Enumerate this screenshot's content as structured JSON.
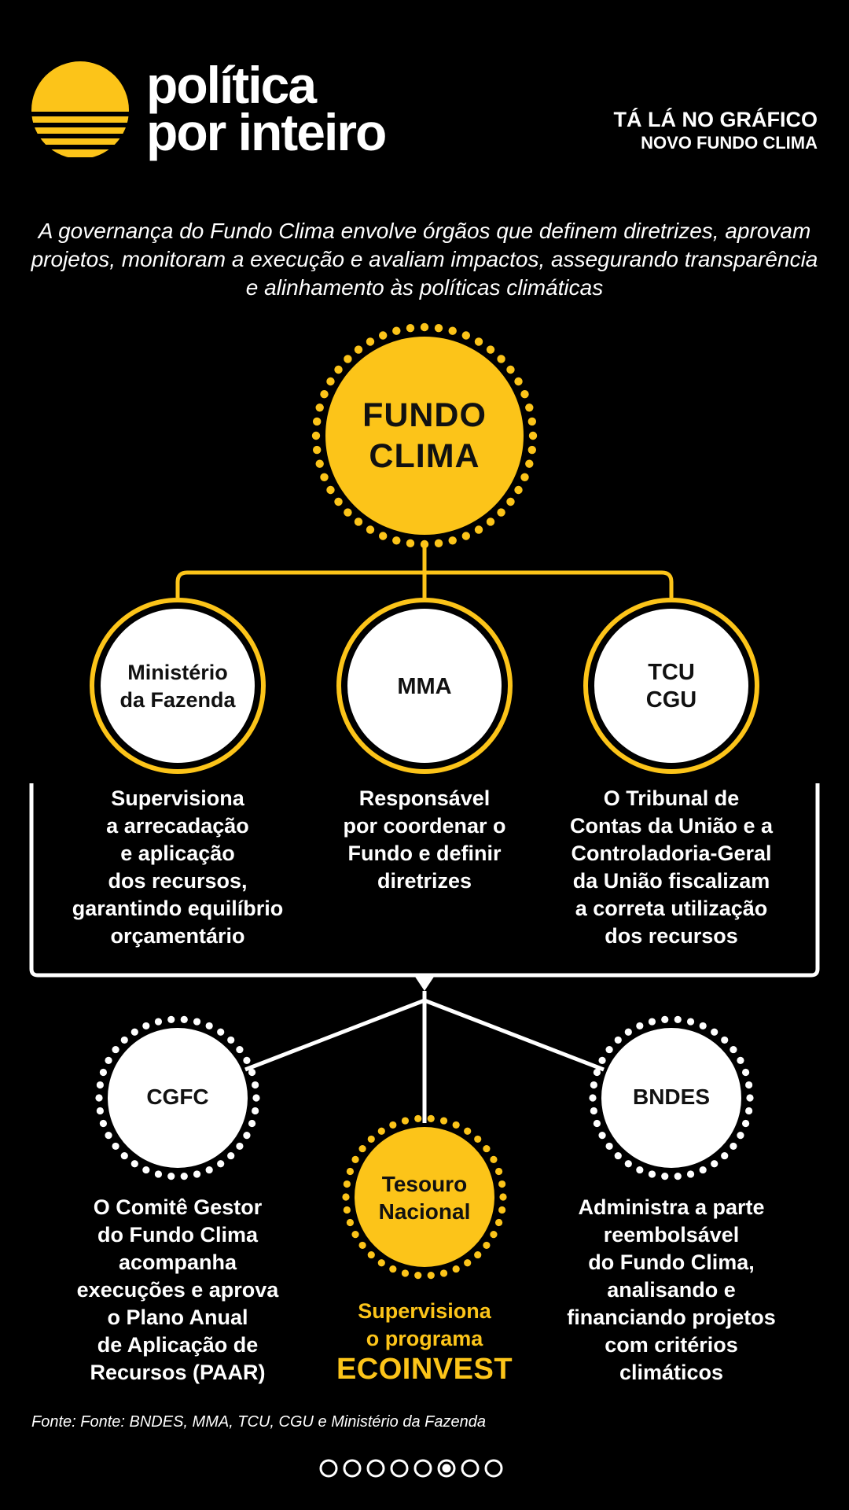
{
  "brand": {
    "line1": "política",
    "line2": "por inteiro",
    "color": "#fcc419"
  },
  "header": {
    "kicker": "TÁ LÁ NO GRÁFICO",
    "subtitle": "NOVO FUNDO CLIMA"
  },
  "intro": "A governança do Fundo Clima envolve órgãos que definem diretrizes, aprovam projetos, monitoram a execução e avaliam impactos, assegurando transparência e alinhamento às políticas climáticas",
  "center": {
    "line1": "FUNDO",
    "line2": "CLIMA"
  },
  "tier1": [
    {
      "line1": "Ministério",
      "line2": "da Fazenda",
      "desc": [
        "Supervisiona",
        "a arrecadação",
        "e aplicação",
        "dos recursos,",
        "garantindo equilíbrio",
        "orçamentário"
      ]
    },
    {
      "line1": "MMA",
      "line2": "",
      "desc": [
        "Responsável",
        "por coordenar o",
        "Fundo e definir",
        "diretrizes"
      ]
    },
    {
      "line1": "TCU",
      "line2": "CGU",
      "desc": [
        "O Tribunal de",
        "Contas da União e a",
        "Controladoria-Geral",
        "da União fiscalizam",
        "a correta utilização",
        "dos recursos"
      ]
    }
  ],
  "tier2": [
    {
      "line1": "CGFC",
      "line2": "",
      "desc": [
        "O Comitê Gestor",
        "do Fundo Clima",
        "acompanha",
        "execuções e aprova",
        "o Plano Anual",
        "de Aplicação de",
        "Recursos (PAAR)"
      ]
    },
    {
      "line1": "Tesouro",
      "line2": "Nacional",
      "desc": [
        "Supervisiona",
        "o programa"
      ],
      "highlight": "ECOINVEST"
    },
    {
      "line1": "BNDES",
      "line2": "",
      "desc": [
        "Administra a parte",
        "reembolsável",
        "do Fundo Clima,",
        "analisando e",
        "financiando projetos",
        "com critérios",
        "climáticos"
      ]
    }
  ],
  "source": "Fonte: Fonte: BNDES, MMA, TCU, CGU e Ministério da Fazenda",
  "pagination": {
    "total": 8,
    "current": 6
  }
}
